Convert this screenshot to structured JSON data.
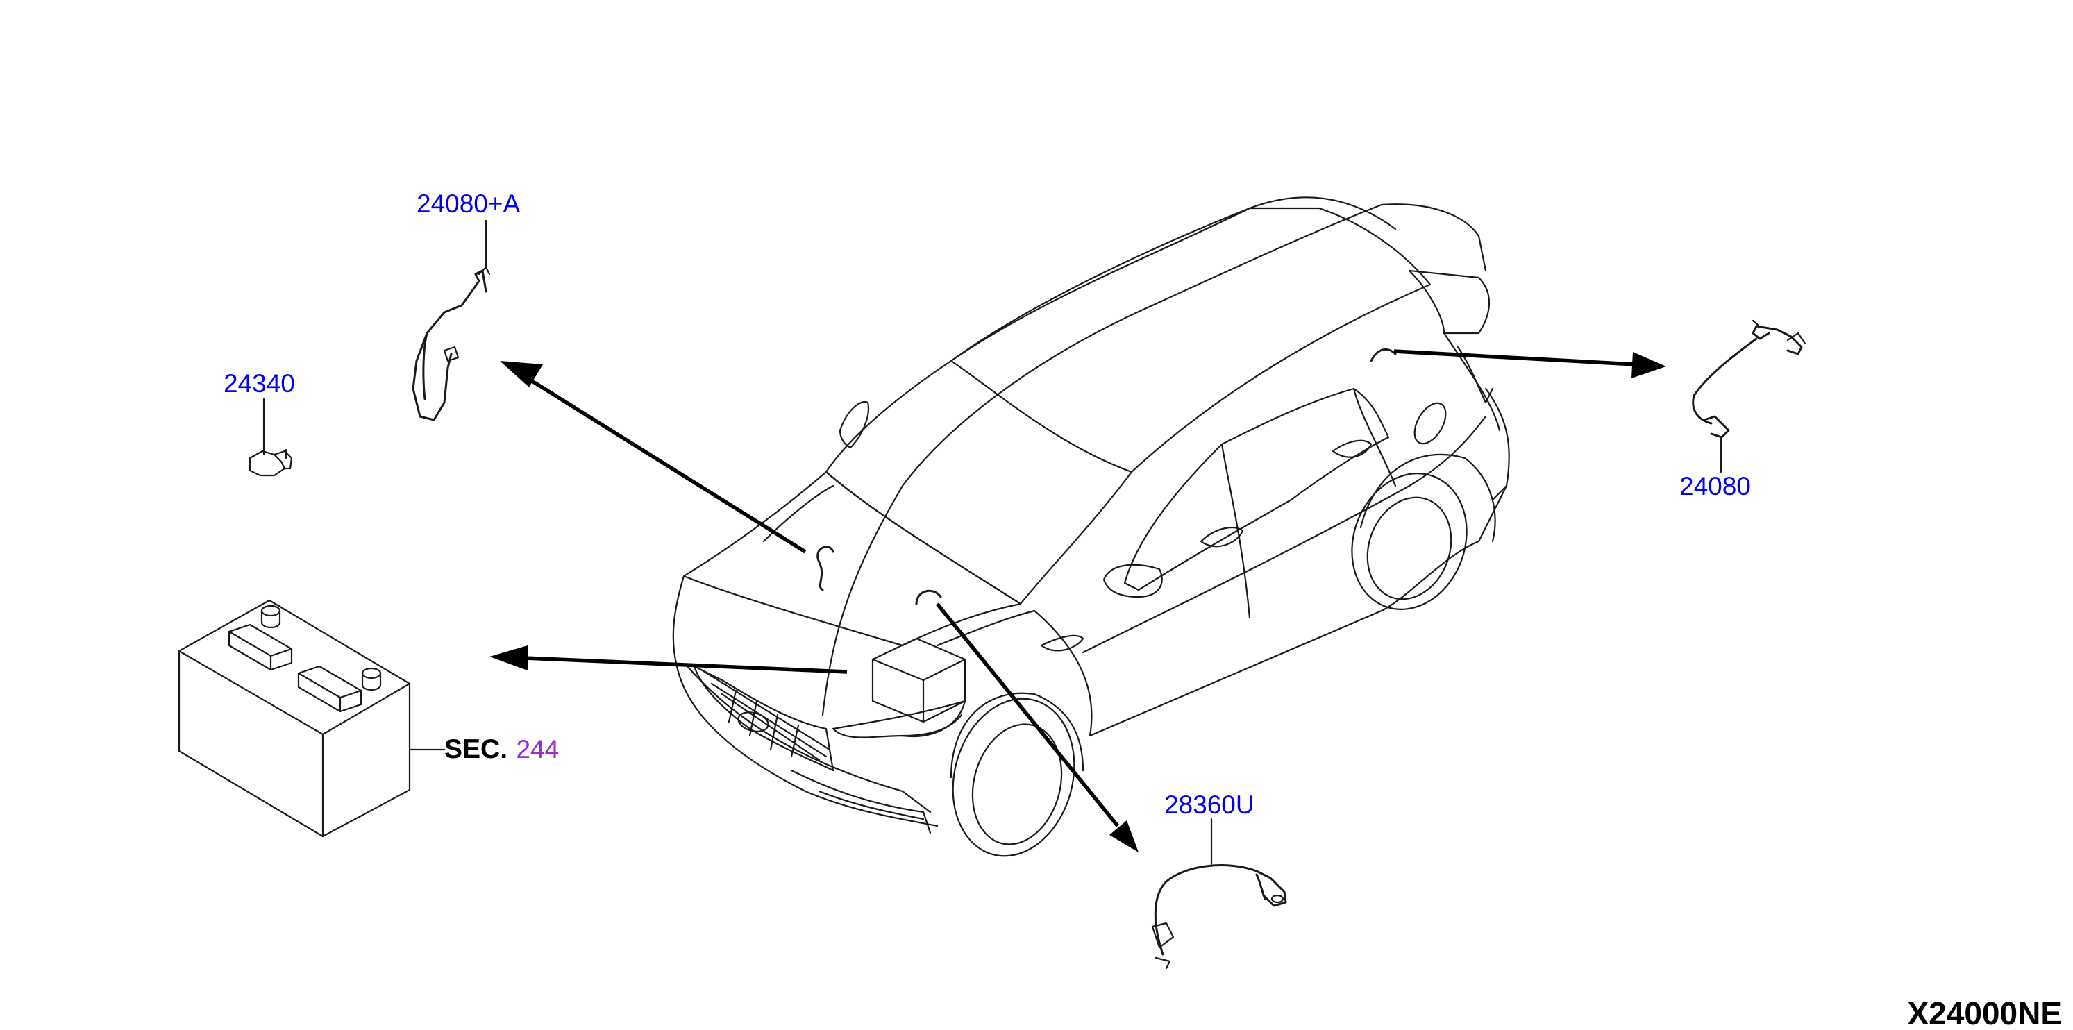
{
  "parts": {
    "cable_front": "24080+A",
    "terminal": "24340",
    "cable_rear": "24080",
    "cable_ground": "28360U"
  },
  "section": {
    "prefix": "SEC.",
    "number": "244"
  },
  "diagram_code": "X24000NE",
  "colors": {
    "part_link": "#0000ee",
    "section_link": "#9a2bd6",
    "line_art": "#1a1a1a"
  }
}
